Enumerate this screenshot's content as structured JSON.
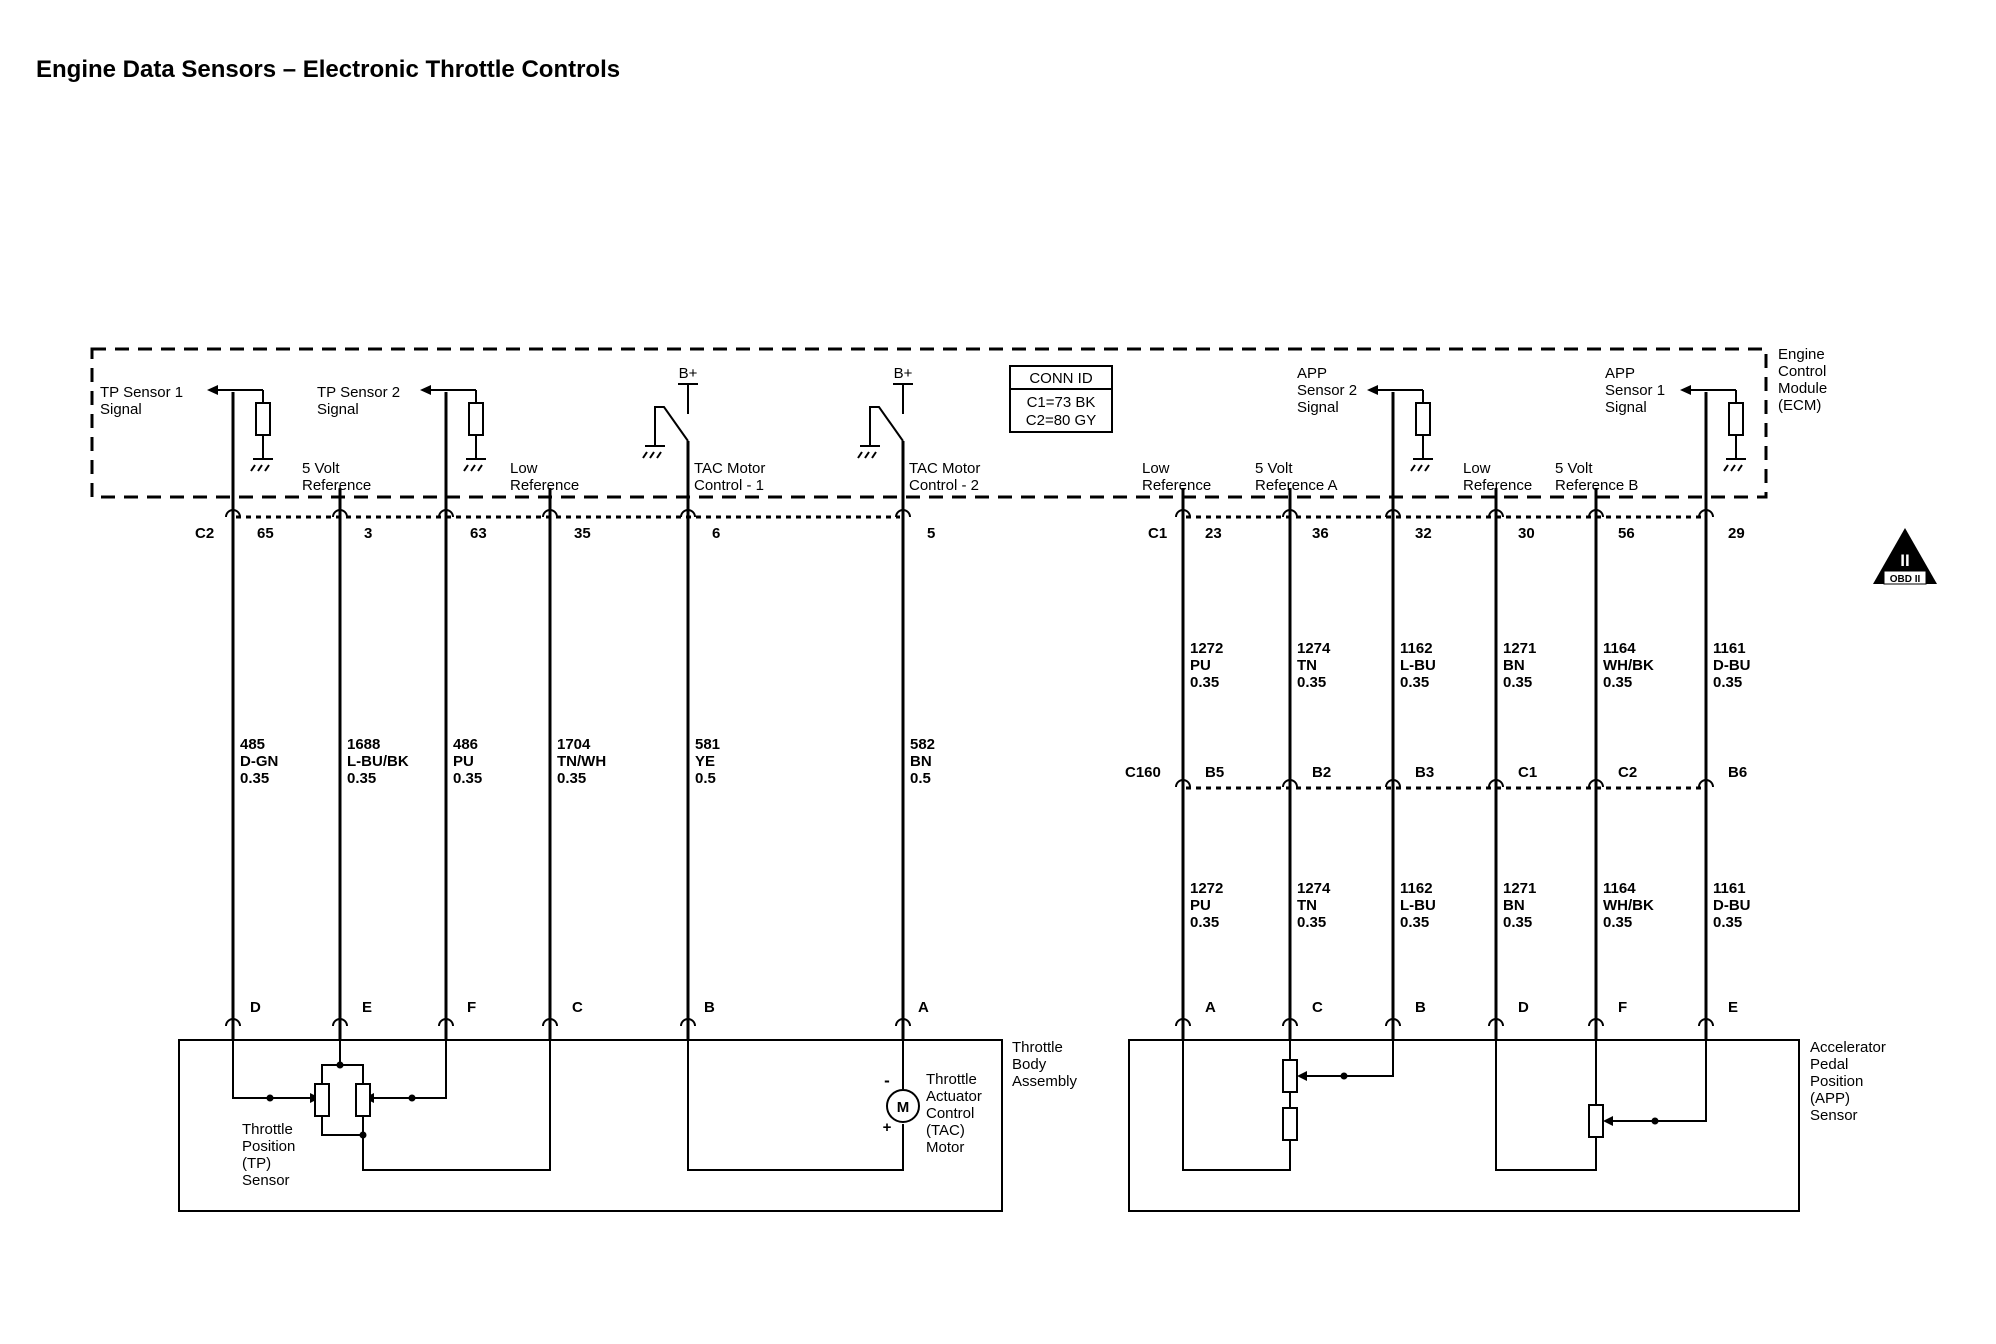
{
  "title": "Engine Data Sensors – Electronic Throttle Controls",
  "ecm": {
    "name_lines": [
      "Engine",
      "Control",
      "Module",
      "(ECM)"
    ]
  },
  "conn_id": {
    "header": "CONN ID",
    "lines": [
      "C1=73 BK",
      "C2=80 GY"
    ]
  },
  "obd_badge": {
    "top": "II",
    "bottom": "OBD II"
  },
  "connectors": {
    "c2": "C2",
    "c1": "C1",
    "c160": "C160"
  },
  "ecm_signals": {
    "tp1": [
      "TP Sensor 1",
      "Signal"
    ],
    "tp2": [
      "TP Sensor 2",
      "Signal"
    ],
    "ref5v": [
      "5 Volt",
      "Reference"
    ],
    "low_ref_left": [
      "Low",
      "Reference"
    ],
    "tac1": [
      "TAC Motor",
      "Control - 1"
    ],
    "tac2": [
      "TAC Motor",
      "Control - 2"
    ],
    "bplus": "B+",
    "low_ref_right1": [
      "Low",
      "Reference"
    ],
    "ref5v_a": [
      "5 Volt",
      "Reference A"
    ],
    "app2": [
      "APP",
      "Sensor 2",
      "Signal"
    ],
    "low_ref_right2": [
      "Low",
      "Reference"
    ],
    "ref5v_b": [
      "5 Volt",
      "Reference B"
    ],
    "app1": [
      "APP",
      "Sensor 1",
      "Signal"
    ]
  },
  "left_wires": [
    {
      "ecm_pin": "65",
      "circuit": [
        "485",
        "D-GN",
        "0.35"
      ],
      "device_pin": "D"
    },
    {
      "ecm_pin": "3",
      "circuit": [
        "1688",
        "L-BU/BK",
        "0.35"
      ],
      "device_pin": "E"
    },
    {
      "ecm_pin": "63",
      "circuit": [
        "486",
        "PU",
        "0.35"
      ],
      "device_pin": "F"
    },
    {
      "ecm_pin": "35",
      "circuit": [
        "1704",
        "TN/WH",
        "0.35"
      ],
      "device_pin": "C"
    },
    {
      "ecm_pin": "6",
      "circuit": [
        "581",
        "YE",
        "0.5"
      ],
      "device_pin": "B"
    },
    {
      "ecm_pin": "5",
      "circuit": [
        "582",
        "BN",
        "0.5"
      ],
      "device_pin": "A"
    }
  ],
  "right_wires": [
    {
      "ecm_pin": "23",
      "upper": [
        "1272",
        "PU",
        "0.35"
      ],
      "c160_pin": "B5",
      "lower": [
        "1272",
        "PU",
        "0.35"
      ],
      "device_pin": "A"
    },
    {
      "ecm_pin": "36",
      "upper": [
        "1274",
        "TN",
        "0.35"
      ],
      "c160_pin": "B2",
      "lower": [
        "1274",
        "TN",
        "0.35"
      ],
      "device_pin": "C"
    },
    {
      "ecm_pin": "32",
      "upper": [
        "1162",
        "L-BU",
        "0.35"
      ],
      "c160_pin": "B3",
      "lower": [
        "1162",
        "L-BU",
        "0.35"
      ],
      "device_pin": "B"
    },
    {
      "ecm_pin": "30",
      "upper": [
        "1271",
        "BN",
        "0.35"
      ],
      "c160_pin": "C1",
      "lower": [
        "1271",
        "BN",
        "0.35"
      ],
      "device_pin": "D"
    },
    {
      "ecm_pin": "56",
      "upper": [
        "1164",
        "WH/BK",
        "0.35"
      ],
      "c160_pin": "C2",
      "lower": [
        "1164",
        "WH/BK",
        "0.35"
      ],
      "device_pin": "F"
    },
    {
      "ecm_pin": "29",
      "upper": [
        "1161",
        "D-BU",
        "0.35"
      ],
      "c160_pin": "B6",
      "lower": [
        "1161",
        "D-BU",
        "0.35"
      ],
      "device_pin": "E"
    }
  ],
  "devices": {
    "throttle_body": [
      "Throttle",
      "Body",
      "Assembly"
    ],
    "tp_sensor": [
      "Throttle",
      "Position",
      "(TP)",
      "Sensor"
    ],
    "tac_motor": [
      "Throttle",
      "Actuator",
      "Control",
      "(TAC)",
      "Motor"
    ],
    "motor_symbol": "M",
    "motor_minus": "-",
    "motor_plus": "+",
    "app_sensor": [
      "Accelerator",
      "Pedal",
      "Position",
      "(APP)",
      "Sensor"
    ]
  }
}
